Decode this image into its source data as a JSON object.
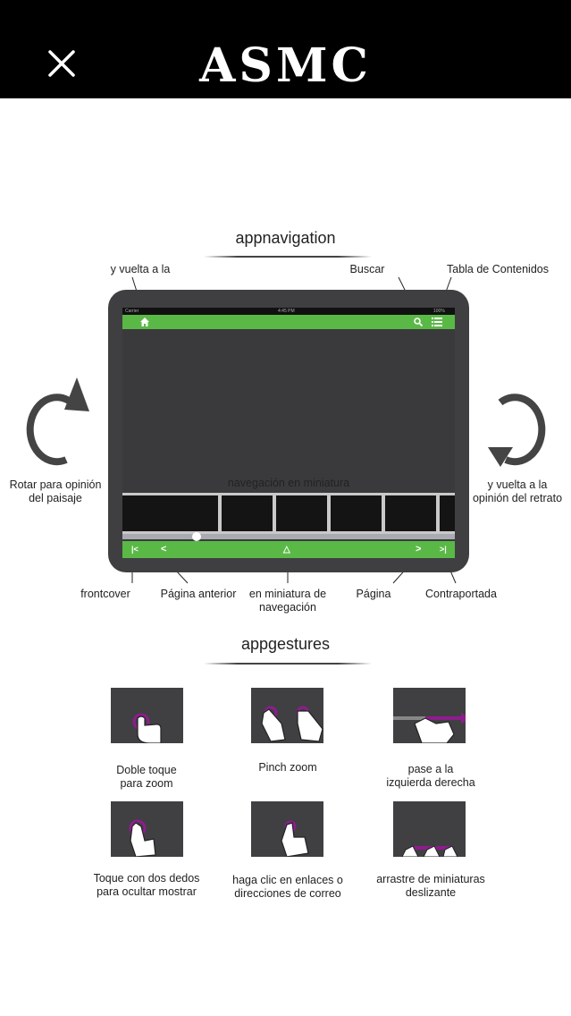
{
  "header": {
    "brand": "ASMC"
  },
  "navigation": {
    "title": "appnavigation",
    "labels": {
      "home": "y vuelta a la",
      "search": "Buscar",
      "toc": "Tabla de Contenidos",
      "rotate_left_1": "Rotar para opinión",
      "rotate_left_2": "del paisaje",
      "rotate_right_1": "y vuelta a la",
      "rotate_right_2": "opinión del retrato",
      "first": "frontcover",
      "prev": "Página anterior",
      "thumbs_1": "en miniatura de",
      "thumbs_2": "navegación",
      "next": "Página",
      "last": "Contraportada",
      "thumb_nav": "navegación en miniatura"
    },
    "device": {
      "carrier": "Carrier",
      "time": "4:45 PM",
      "battery": "100%"
    }
  },
  "gestures": {
    "title": "appgestures",
    "items": [
      {
        "line1": "Doble toque",
        "line2": "para zoom"
      },
      {
        "line1": "Pinch zoom",
        "line2": ""
      },
      {
        "line1": "pase a la",
        "line2": "izquierda derecha"
      },
      {
        "line1": "Toque con dos dedos",
        "line2": "para ocultar mostrar"
      },
      {
        "line1": "haga clic en enlaces o",
        "line2": "direcciones de correo"
      },
      {
        "line1": "arrastre de miniaturas",
        "line2": "deslizante"
      }
    ]
  },
  "colors": {
    "bar": "#000000",
    "green": "#5ab946",
    "tablet": "#3f3f41",
    "accent": "#8e1c8e"
  }
}
